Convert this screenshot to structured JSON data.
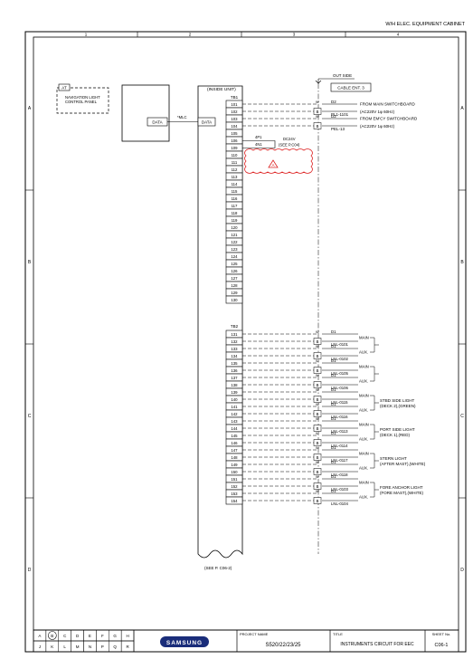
{
  "header": {
    "title": "W/H ELEC. EQUIPMENT CABINET"
  },
  "grid": {
    "columns": [
      "1",
      "2",
      "3",
      "4"
    ],
    "rows": [
      "A",
      "B",
      "C",
      "D"
    ]
  },
  "nav_panel": {
    "tag": "AT",
    "label_line1": "NAVIGATION LIGHT",
    "label_line2": "CONTROL PANEL"
  },
  "data_box_left": {
    "label": "DATA"
  },
  "data_link": {
    "label": "*MLC"
  },
  "data_box_right": {
    "label": "DATA"
  },
  "inside_unit": {
    "label": "(INSIDE UNIT)",
    "tb1": "TB1",
    "tb2": "TB2",
    "see_ref": "(SEE P. C06-2)"
  },
  "outside": {
    "label": "OUT SIDE",
    "cable_ent": "CABLE ENT. 3"
  },
  "tb1_terminals": [
    "101",
    "102",
    "103",
    "104",
    "105",
    "106",
    "109",
    "110",
    "111",
    "112",
    "113",
    "114",
    "115",
    "116",
    "117",
    "118",
    "119",
    "120",
    "121",
    "122",
    "123",
    "124",
    "125",
    "126",
    "127",
    "128",
    "129",
    "130"
  ],
  "tb2_terminals": [
    "131",
    "132",
    "133",
    "134",
    "135",
    "136",
    "137",
    "138",
    "139",
    "140",
    "141",
    "142",
    "143",
    "144",
    "145",
    "146",
    "147",
    "148",
    "149",
    "150",
    "151",
    "152",
    "153",
    "154"
  ],
  "power_feeds": [
    {
      "cable_type": "D2",
      "cable_no": "PL1-1101",
      "desc_line1": "FROM MAIN SWITCHBOARD",
      "desc_line2": "(AC220V 1φ 60Hz)"
    },
    {
      "cable_type": "D2",
      "cable_no": "PEL-13",
      "desc_line1": "FROM EM'CY SWITCHBOARD",
      "desc_line2": "(AC220V 1φ 60Hz)"
    }
  ],
  "dc_feed": {
    "tag1": "4P1",
    "tag2": "4N1",
    "label": "DC24V",
    "ref": "(SEE P.C04)"
  },
  "wire_colors": {
    "w": "W",
    "b": "B"
  },
  "light_circuits": [
    {
      "cable_type": "D1",
      "cable_no": "LNL-0101",
      "role": "MAIN"
    },
    {
      "cable_type": "D1",
      "cable_no": "LNL-0102",
      "role": "AUX."
    },
    {
      "cable_type": "D1",
      "cable_no": "LNL-0105",
      "role": "MAIN"
    },
    {
      "cable_type": "D1",
      "cable_no": "LNL-0106",
      "role": "AUX."
    },
    {
      "cable_type": "D1",
      "cable_no": "LNL-0115",
      "role": "MAIN"
    },
    {
      "cable_type": "D1",
      "cable_no": "LNL-0116",
      "role": "AUX."
    },
    {
      "cable_type": "D1",
      "cable_no": "LNL-0113",
      "role": "MAIN"
    },
    {
      "cable_type": "D1",
      "cable_no": "LNL-0114",
      "role": "AUX."
    },
    {
      "cable_type": "D1",
      "cable_no": "LNL-0117",
      "role": "MAIN"
    },
    {
      "cable_type": "D1",
      "cable_no": "LNL-0118",
      "role": "AUX."
    },
    {
      "cable_type": "D1",
      "cable_no": "LNL-0103",
      "role": "MAIN"
    },
    {
      "cable_type": "D1",
      "cable_no": "LNL-0104",
      "role": "AUX."
    }
  ],
  "light_groups": [
    {
      "line1": "",
      "line2": ""
    },
    {
      "line1": "",
      "line2": ""
    },
    {
      "line1": "STBD SIDE LIGHT",
      "line2": "(DECK 2),(GREEN)"
    },
    {
      "line1": "PORT SIDE LIGHT",
      "line2": "(DECK 1),(RED)"
    },
    {
      "line1": "STERN LIGHT",
      "line2": "(AFTER MAST),(WHITE)"
    },
    {
      "line1": "FORE ANCHOR LIGHT",
      "line2": "(FORE MAST),(WHITE)"
    }
  ],
  "revision_mark": "A",
  "title_block": {
    "rev_letters_row1": [
      "A",
      "B",
      "C",
      "D",
      "E",
      "F",
      "G",
      "H"
    ],
    "rev_letters_row2": [
      "J",
      "K",
      "L",
      "M",
      "N",
      "P",
      "Q",
      "R"
    ],
    "logo": "SAMSUNG",
    "project_label": "PROJECT NAME",
    "project_value": "S520/22/23/25",
    "title_label": "TITLE",
    "title_value": "INSTRUMENTS CIRCUIT FOR EEC",
    "sheet_label": "SHEET No.",
    "sheet_value": "C06-1"
  }
}
